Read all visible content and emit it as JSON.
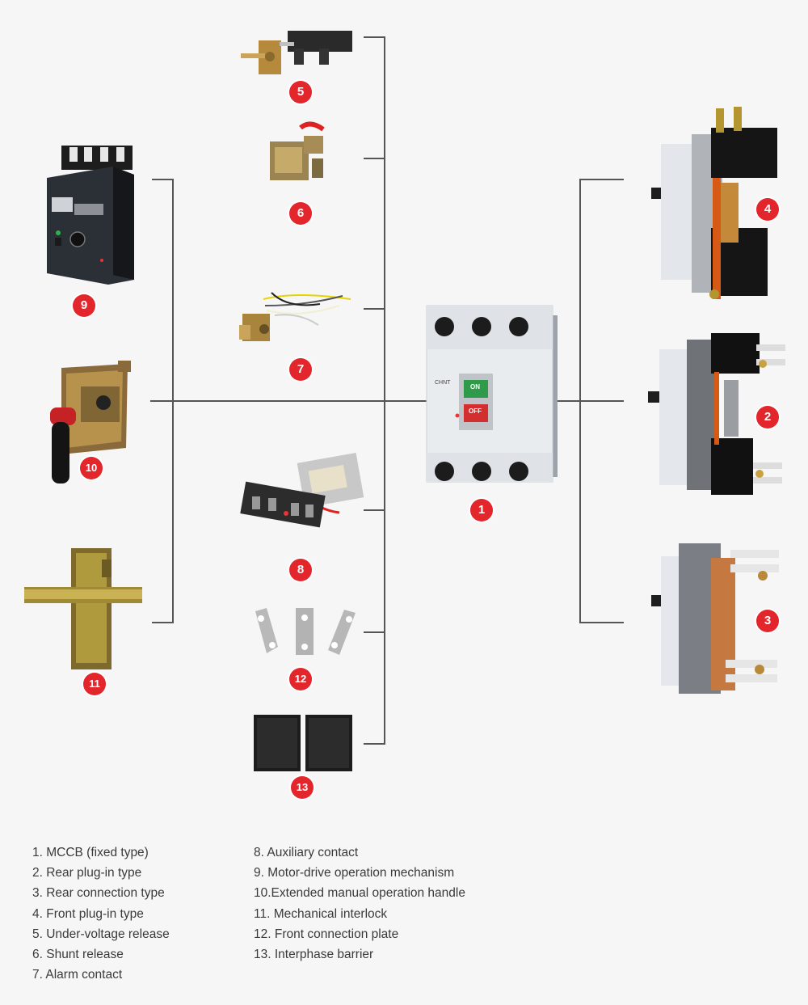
{
  "badges": {
    "b1": "1",
    "b2": "2",
    "b3": "3",
    "b4": "4",
    "b5": "5",
    "b6": "6",
    "b7": "7",
    "b8": "8",
    "b9": "9",
    "b10": "10",
    "b11": "11",
    "b12": "12",
    "b13": "13"
  },
  "legend": {
    "left": [
      "1.  MCCB (fixed type)",
      "2.  Rear plug-in type",
      "3.  Rear connection type",
      "4.  Front plug-in type",
      "5.  Under-voltage release",
      "6.  Shunt release",
      "7.  Alarm contact"
    ],
    "right": [
      "8.  Auxiliary contact",
      "9.  Motor-drive operation mechanism",
      "10.Extended manual operation handle",
      "11.  Mechanical interlock",
      "12.  Front connection plate",
      "13.  Interphase barrier"
    ]
  },
  "device_labels": {
    "brand": "CHNT",
    "on_label": "ON",
    "off_label": "OFF"
  },
  "colors": {
    "badge": "#e3262b",
    "line": "#555555",
    "off_button": "#d32f2f",
    "on_button": "#2e9a4a"
  },
  "icons": {
    "component_5": "under-voltage-release-icon",
    "component_6": "shunt-release-icon",
    "component_7": "alarm-contact-icon",
    "component_8": "auxiliary-contact-icon",
    "component_9": "motor-drive-icon",
    "component_10": "handle-icon",
    "component_11": "interlock-icon",
    "component_12": "connection-plate-icon",
    "component_13": "barrier-icon",
    "component_1": "mccb-icon",
    "component_2": "rear-plugin-icon",
    "component_3": "rear-connection-icon",
    "component_4": "front-plugin-icon"
  }
}
